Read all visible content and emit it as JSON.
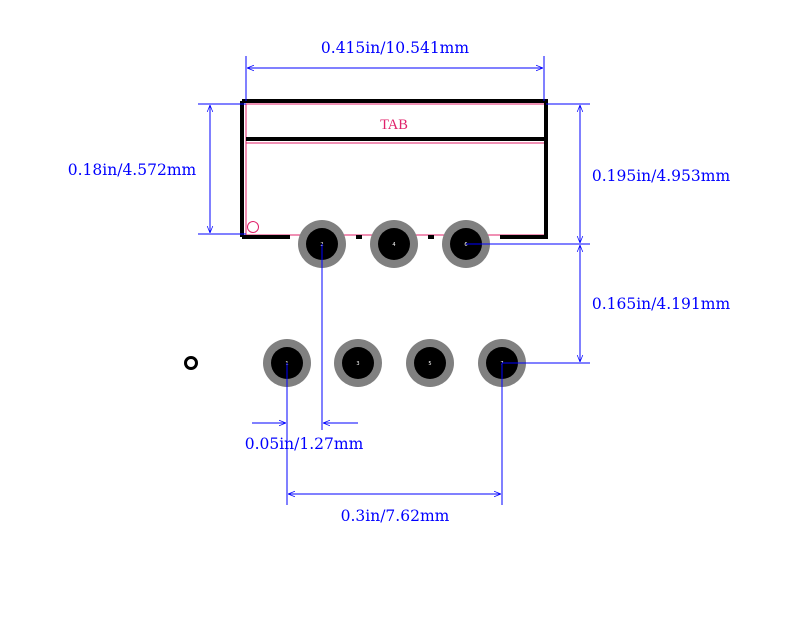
{
  "colors": {
    "dimension": "#0000ff",
    "outline": "#000000",
    "courtyard": "#e0206a",
    "pad_ring": "#808080",
    "pad_hole": "#000000",
    "pin_label": "#ffffff",
    "background": "#ffffff"
  },
  "body_label": "TAB",
  "dimensions": {
    "width": "0.415in/10.541mm",
    "height": "0.18in/4.572mm",
    "tab_to_row": "0.195in/4.953mm",
    "row_spacing": "0.165in/4.191mm",
    "pin_offset": "0.05in/1.27mm",
    "row_width": "0.3in/7.62mm"
  },
  "pins": {
    "top_row": [
      "2",
      "4",
      "6"
    ],
    "bottom_row": [
      "1",
      "3",
      "5",
      "7"
    ]
  },
  "pin1_marker": "pin-1-indicator"
}
